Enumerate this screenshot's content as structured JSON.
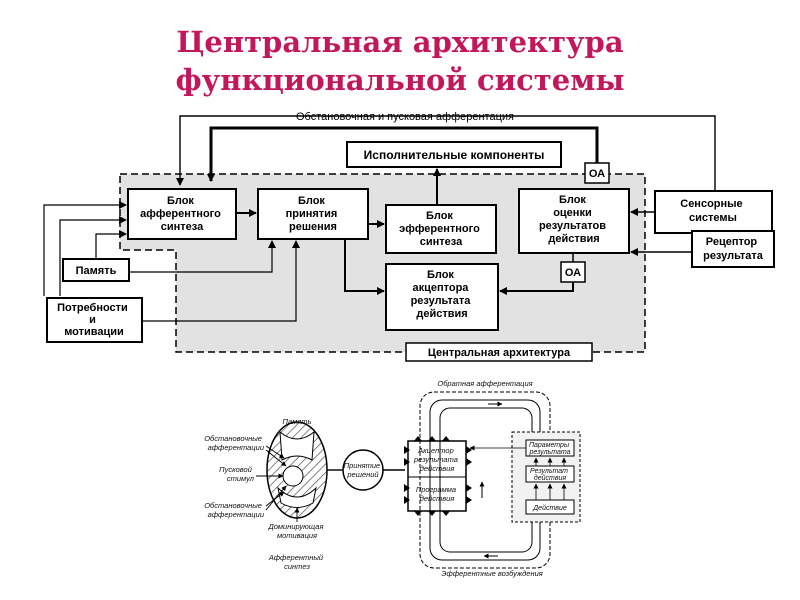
{
  "title": {
    "line1": "Центральная архитектура",
    "line2": "функциональной системы"
  },
  "top_diagram": {
    "feedback_label": "Обстановочная и пусковая афферентация",
    "central_label": "Центральная архитектура",
    "executive": "Исполнительные компоненты",
    "oa_top": "ОА",
    "oa_bottom": "ОА",
    "afferent_synthesis": [
      "Блок",
      "афферентного",
      "синтеза"
    ],
    "decision": [
      "Блок",
      "принятия",
      "решения"
    ],
    "efferent_synthesis": [
      "Блок",
      "эфферентного",
      "синтеза"
    ],
    "acceptor": [
      "Блок",
      "акцептора",
      "результата",
      "действия"
    ],
    "evaluation": [
      "Блок",
      "оценки",
      "результатов",
      "действия"
    ],
    "sensory": [
      "Сенсорные",
      "системы"
    ],
    "receptor": [
      "Рецептор",
      "результата"
    ],
    "memory": "Память",
    "needs": [
      "Потребности",
      "и",
      "мотивации"
    ]
  },
  "bottom_diagram": {
    "memory": "Память",
    "situational_top": [
      "Обстановочные",
      "афферентации"
    ],
    "trigger": [
      "Пусковой",
      "стимул"
    ],
    "situational_bottom": [
      "Обстановочные",
      "афферентации"
    ],
    "dominant": [
      "Доминирующая",
      "мотивация"
    ],
    "afferent_synthesis": [
      "Афферентный",
      "синтез"
    ],
    "decision": [
      "Принятие",
      "решений"
    ],
    "acceptor": [
      "Акцептор",
      "результата",
      "действия"
    ],
    "program": [
      "Программа",
      "действия"
    ],
    "feedback": "Обратная афферентация",
    "result_params": [
      "Параметры",
      "результата"
    ],
    "result": [
      "Результат",
      "действия"
    ],
    "action": "Действие",
    "efferent": "Эфферентные возбуждения"
  }
}
